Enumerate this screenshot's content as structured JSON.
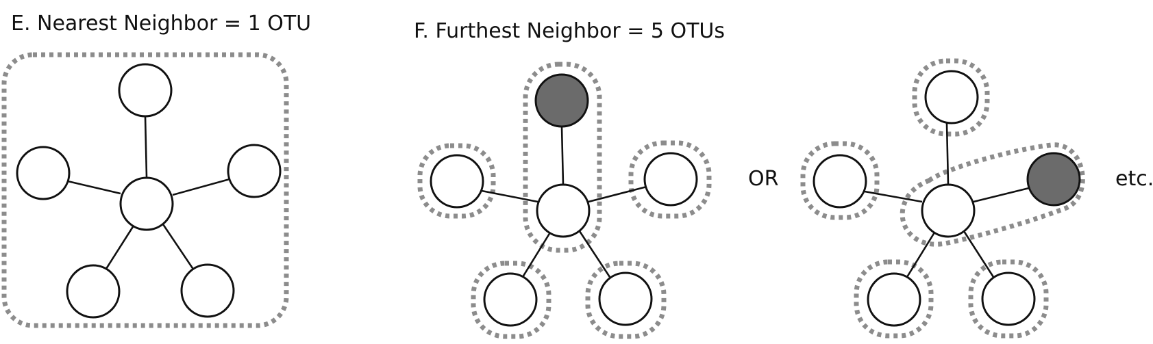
{
  "panels": [
    {
      "title": "E. Nearest Neighbor = 1 OTU"
    },
    {
      "title": "F. Furthest Neighbor = 5 OTUs"
    }
  ],
  "connectors": {
    "or": "OR",
    "etc": "etc."
  },
  "colors": {
    "node_fill": "#ffffff",
    "highlight_fill": "#6b6b6b",
    "stroke": "#111111",
    "cluster_outline": "#8c8c8c"
  },
  "diagrams": [
    {
      "id": "nearest",
      "clusters": 1,
      "highlighted_leaf": null
    },
    {
      "id": "furthest-a",
      "clusters": 5,
      "highlighted_leaf": "top"
    },
    {
      "id": "furthest-b",
      "clusters": 5,
      "highlighted_leaf": "right"
    }
  ]
}
